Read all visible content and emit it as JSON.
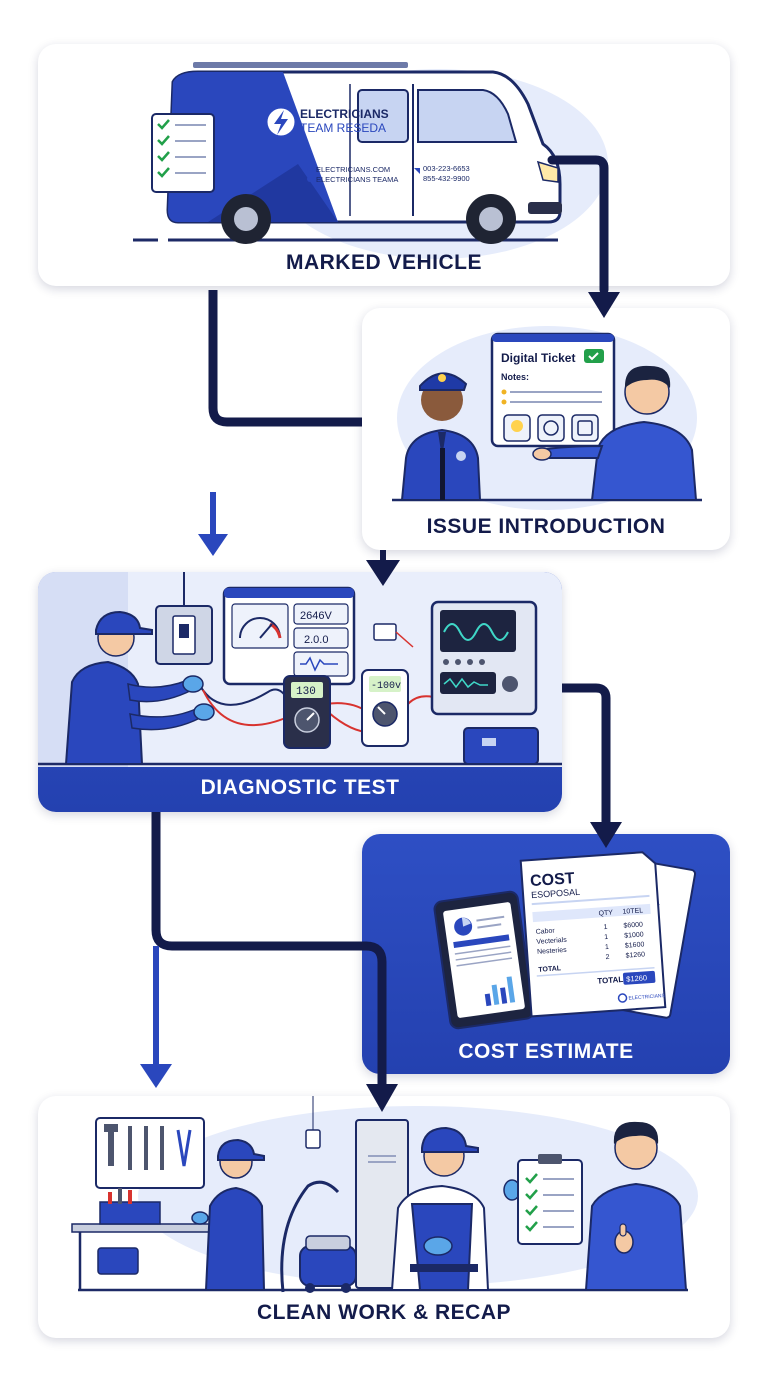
{
  "steps": [
    {
      "label": "MARKED VEHICLE"
    },
    {
      "label": "ISSUE INTRODUCTION"
    },
    {
      "label": "DIAGNOSTIC TEST"
    },
    {
      "label": "COST ESTIMATE"
    },
    {
      "label": "CLEAN WORK & RECAP"
    }
  ],
  "van": {
    "brand_line1": "ELECTRICIANS",
    "brand_line2": "TEAM RESEDA",
    "web1": "ELECTRICIANS.COM",
    "web2": "ELECTRICIANS TEAMA",
    "phone1": "003-223-6653",
    "phone2": "855-432-9900"
  },
  "ticket": {
    "title": "Digital Ticket",
    "notes_label": "Notes:"
  },
  "diagnostic": {
    "panel_reading1": "2646V",
    "panel_reading2": "2.0.0",
    "meter1_reading": "130",
    "meter2_reading": "-100v"
  },
  "estimate": {
    "title_line1": "COST",
    "title_line2": "ESOPOSAL",
    "col_qty": "QTY",
    "col_total": "10TEL",
    "rows": [
      {
        "item": "Cabor",
        "qty": "1",
        "price": "$6000"
      },
      {
        "item": "Vecterials",
        "qty": "1",
        "price": "$1000"
      },
      {
        "item": "Nesteries",
        "qty": "1",
        "price": "$1600"
      },
      {
        "item": "",
        "qty": "2",
        "price": "$1260"
      }
    ],
    "total_label": "TOTAL",
    "total_label2": "TOTAL",
    "total_value": "$1260",
    "footer_brand": "ELECTRICIANS"
  },
  "colors": {
    "primary_blue": "#2a47bd",
    "navy": "#131b4a",
    "light_blue": "#dfe7fb",
    "green_check": "#22a04a"
  }
}
